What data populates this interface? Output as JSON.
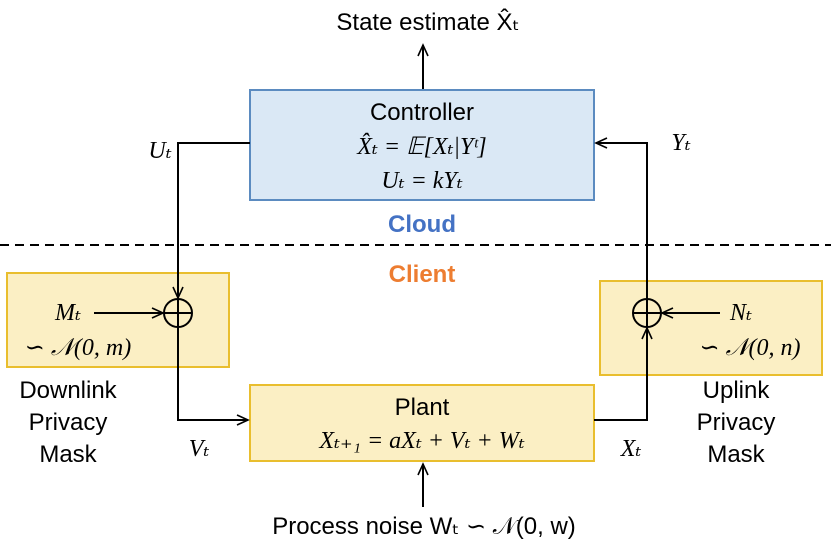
{
  "diagram": {
    "top_label": "State estimate X̂ₜ",
    "bottom_label": "Process noise Wₜ ∽ 𝒩(0, w)",
    "divider": {
      "above_label": "Cloud",
      "below_label": "Client"
    },
    "controller": {
      "title": "Controller",
      "eq1": "X̂ₜ = 𝔼[Xₜ|Yᵗ]",
      "eq2": "Uₜ = kYₜ"
    },
    "plant": {
      "title": "Plant",
      "eq": "Xₜ₊₁ = aXₜ + Vₜ + Wₜ"
    },
    "downlink_mask": {
      "signal": "Mₜ",
      "dist": "∽ 𝒩(0, m)",
      "caption": [
        "Downlink",
        "Privacy",
        "Mask"
      ]
    },
    "uplink_mask": {
      "signal": "Nₜ",
      "dist": "∽ 𝒩(0, n)",
      "caption": [
        "Uplink",
        "Privacy",
        "Mask"
      ]
    },
    "signals": {
      "U": "Uₜ",
      "Y": "Yₜ",
      "V": "Vₜ",
      "X": "Xₜ"
    },
    "colors": {
      "controller_fill": "#DAE8F5",
      "controller_stroke": "#5B8BC0",
      "mask_fill": "#FBEFC4",
      "mask_stroke": "#E9BE2E",
      "cloud": "#4472C4",
      "client": "#ED7D31",
      "line": "#000000"
    }
  }
}
